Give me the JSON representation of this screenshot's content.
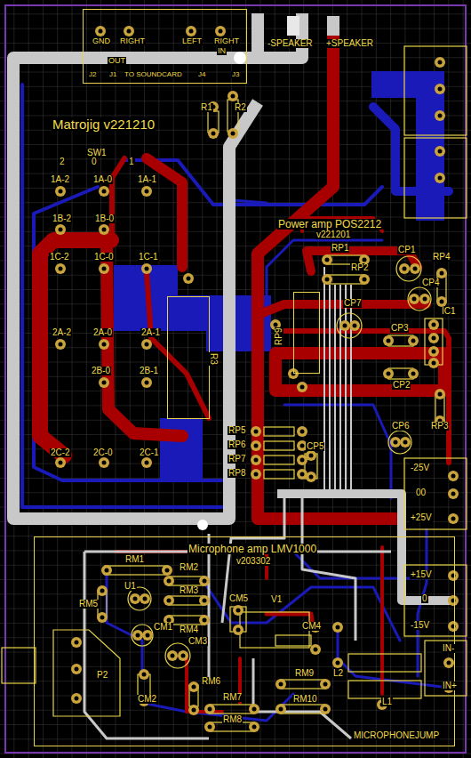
{
  "diagram": {
    "title": "Matrojig v221210",
    "nodes": [
      {
        "text": [
          "GND",
          "RIGHT",
          "LEFT",
          "RIGHT",
          "OUT",
          "IN",
          "J2",
          "J1",
          "TO SOUNDCARD",
          "J4",
          "J3"
        ]
      },
      {
        "text": [
          "R3"
        ]
      },
      {
        "text": [
          "RP9"
        ]
      },
      {
        "text": [
          "Microphone amp LMV1000",
          "v203302"
        ]
      }
    ],
    "labels": [
      "-SPEAKER",
      "+SPEAKER",
      "SW1",
      "2",
      "0",
      "1",
      "1A-2",
      "1A-0",
      "1A-1",
      "1B-2",
      "1B-0",
      "1C-2",
      "1C-0",
      "1C-1",
      "2A-2",
      "2A-0",
      "2A-1",
      "2B-0",
      "2B-1",
      "2C-2",
      "2C-0",
      "2C-1",
      "R1",
      "R2",
      "Power amp POS2212",
      "v221201",
      "RP1",
      "RP2",
      "CP1",
      "RP4",
      "CP4",
      "CP7",
      "IC1",
      "CP3",
      "CP2",
      "RP3",
      "CP6",
      "CP5",
      "RP5",
      "RP6",
      "RP7",
      "RP8",
      "-25V",
      "00",
      "+25V",
      "+15V",
      "0",
      "-15V",
      "IN-",
      "IN+",
      "RM1",
      "RM2",
      "RM3",
      "U1",
      "RM5",
      "RM4",
      "CM1",
      "CM3",
      "CM5",
      "V1",
      "CM4",
      "P2",
      "L2",
      "RM6",
      "RM9",
      "RM7",
      "RM10",
      "CM2",
      "L1",
      "RM8",
      "MICROPHONEJUMP"
    ]
  }
}
